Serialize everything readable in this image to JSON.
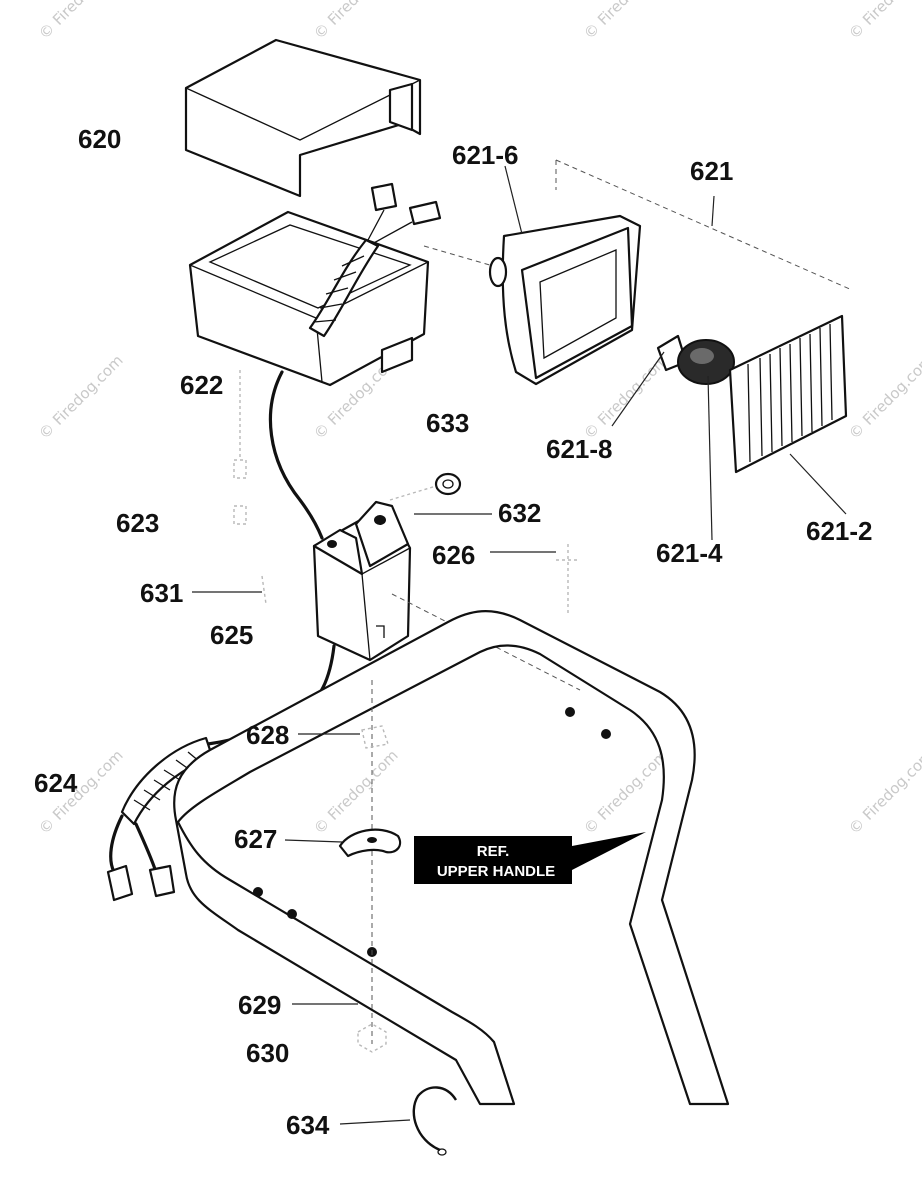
{
  "diagram": {
    "labels": {
      "l620": "620",
      "l621": "621",
      "l621_6": "621-6",
      "l621_8": "621-8",
      "l621_4": "621-4",
      "l621_2": "621-2",
      "l622": "622",
      "l623": "623",
      "l624": "624",
      "l625": "625",
      "l626": "626",
      "l627": "627",
      "l628": "628",
      "l629": "629",
      "l630": "630",
      "l631": "631",
      "l632": "632",
      "l633": "633",
      "l634": "634"
    },
    "ref_box": {
      "line1": "REF.",
      "line2": "UPPER HANDLE"
    },
    "watermark": "© Firedog.com"
  }
}
